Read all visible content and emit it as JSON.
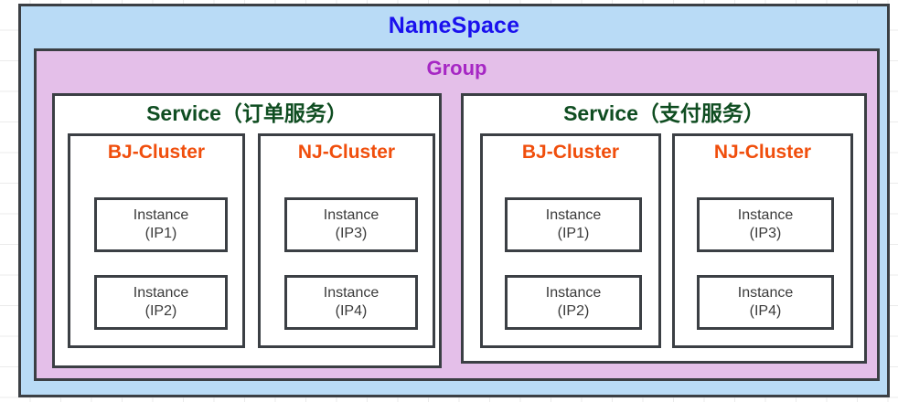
{
  "diagram": {
    "namespace": {
      "label": "NameSpace",
      "color": "#1a11ee",
      "bg": "#b9dbf6"
    },
    "group": {
      "label": "Group",
      "color": "#a627c4",
      "bg": "#e4bfe9"
    },
    "services": [
      {
        "label": "Service（订单服务）",
        "color": "#0f4d21",
        "clusters": [
          {
            "label": "BJ-Cluster",
            "color": "#f04e0c",
            "instances": [
              {
                "name": "Instance",
                "ip": "(IP1)"
              },
              {
                "name": "Instance",
                "ip": "(IP2)"
              }
            ]
          },
          {
            "label": "NJ-Cluster",
            "color": "#f04e0c",
            "instances": [
              {
                "name": "Instance",
                "ip": "(IP3)"
              },
              {
                "name": "Instance",
                "ip": "(IP4)"
              }
            ]
          }
        ]
      },
      {
        "label": "Service（支付服务）",
        "color": "#0f4d21",
        "clusters": [
          {
            "label": "BJ-Cluster",
            "color": "#f04e0c",
            "instances": [
              {
                "name": "Instance",
                "ip": "(IP1)"
              },
              {
                "name": "Instance",
                "ip": "(IP2)"
              }
            ]
          },
          {
            "label": "NJ-Cluster",
            "color": "#f04e0c",
            "instances": [
              {
                "name": "Instance",
                "ip": "(IP3)"
              },
              {
                "name": "Instance",
                "ip": "(IP4)"
              }
            ]
          }
        ]
      }
    ]
  }
}
